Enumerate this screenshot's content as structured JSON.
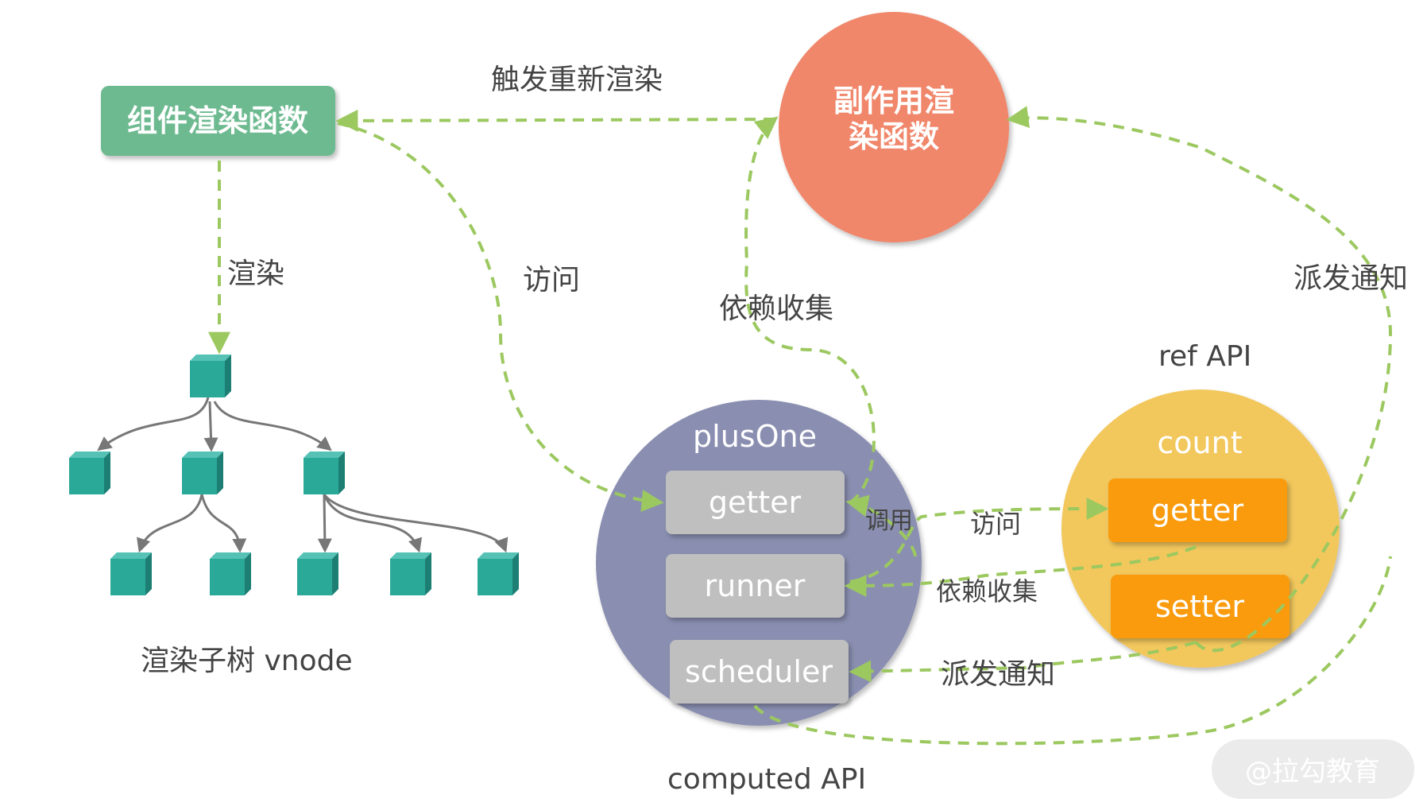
{
  "colors": {
    "green_box": "#6dba90",
    "red_circle": "#f0866a",
    "purple_circle": "#8a8fb1",
    "yellow_circle": "#f2c75c",
    "gray_box": "#bfbfbf",
    "orange_box": "#f99b0c",
    "cube": "#2aa898",
    "dash": "#9cc860",
    "text_dark": "#444444"
  },
  "nodes": {
    "component_render": "组件渲染函数",
    "effect_render_line1": "副作用渲",
    "effect_render_line2": "染函数",
    "computed_name": "plusOne",
    "computed_getter": "getter",
    "computed_runner": "runner",
    "computed_scheduler": "scheduler",
    "ref_name": "count",
    "ref_getter": "getter",
    "ref_setter": "setter"
  },
  "labels": {
    "trigger_rerender": "触发重新渲染",
    "render": "渲染",
    "access": "访问",
    "dep_collect_top": "依赖收集",
    "notify_right": "派发通知",
    "ref_api": "ref API",
    "call": "调用",
    "access_bottom": "访问",
    "dep_collect_bottom": "依赖收集",
    "notify_bottom": "派发通知",
    "vnode_tree": "渲染子树 vnode",
    "computed_api": "computed API",
    "watermark": "@拉勾教育"
  },
  "icons": {
    "cube": "cube-icon",
    "arrow": "arrowhead-icon"
  }
}
